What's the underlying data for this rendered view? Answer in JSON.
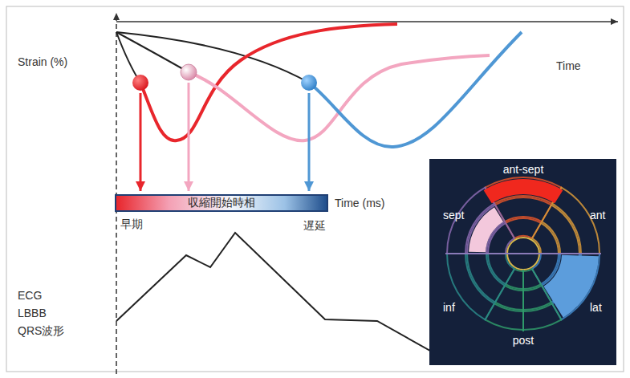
{
  "diagram": {
    "nodes": [
      {
        "text": [
          "収縮開始時相"
        ]
      }
    ],
    "labels": [
      "Strain (%)",
      "Time",
      "Time (ms)",
      "早期",
      "遅延",
      "ECG",
      "LBBB",
      "QRS波形",
      "ant-sept",
      "sept",
      "ant",
      "inf",
      "lat",
      "post"
    ]
  }
}
